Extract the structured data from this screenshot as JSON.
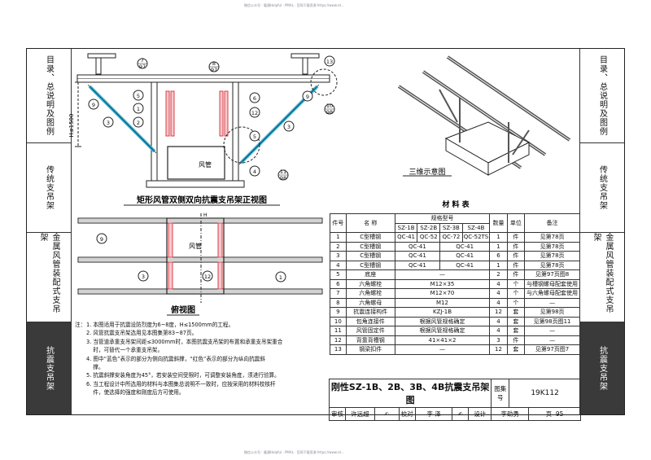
{
  "header_note": "微信公众号：暖通Helpful · PMAL · 官网下载资源 https://www.nt...",
  "footer_note": "微信公众号：暖通Helpful · PMAL · 官网下载资源 https://www.nt...",
  "left_nav": [
    {
      "label": "目录、总说明及图例"
    },
    {
      "label": "传统支吊架"
    },
    {
      "label": "金属风管装配式支吊架"
    },
    {
      "label": "抗震支吊架"
    }
  ],
  "right_nav": [
    {
      "label": "目录、总说明及图例"
    },
    {
      "label": "传统支吊架"
    },
    {
      "label": "金属风管装配式支吊架"
    },
    {
      "label": "抗震支吊架"
    }
  ],
  "diagram": {
    "front_view_title": "矩形风管双侧双向抗震支吊架正视图",
    "top_view_title": "俯视图",
    "iso_title": "三维示意图",
    "duct_label": "风管",
    "height_label": "H≤1500",
    "h_label": "H",
    "callouts_front": [
      "7",
      "97",
      "8",
      "97",
      "13",
      "9",
      "10",
      "98",
      "3",
      "5",
      "1",
      "2",
      "6",
      "12",
      "4",
      "11",
      "98",
      "3",
      "5",
      "9"
    ],
    "callouts_top": [
      "9",
      "12",
      "3",
      "1"
    ]
  },
  "material_table": {
    "title": "材 料 表",
    "headers": {
      "item": "件号",
      "name": "名  称",
      "spec": "规格型号",
      "qty": "数量",
      "unit": "单位",
      "remark": "备注"
    },
    "spec_cols": [
      "SZ-1B",
      "SZ-2B",
      "SZ-3B",
      "SZ-4B"
    ],
    "rows": [
      {
        "no": "1",
        "name": "C型槽钢",
        "s1": "QC-41",
        "s2": "QC-52",
        "s3": "QC-72",
        "s4": "QC-52TS",
        "qty": "1",
        "unit": "件",
        "remark": "见第78页"
      },
      {
        "no": "2",
        "name": "C型槽钢",
        "s12": "QC-41",
        "s34": "QC-41",
        "qty": "1",
        "unit": "件",
        "remark": "见第78页"
      },
      {
        "no": "3",
        "name": "C型槽钢",
        "s12": "QC-41",
        "s34": "QC-41",
        "qty": "6",
        "unit": "件",
        "remark": "见第78页"
      },
      {
        "no": "4",
        "name": "C型槽钢",
        "s12": "QC-41",
        "s34": "QC-41",
        "qty": "1",
        "unit": "件",
        "remark": "见第78页"
      },
      {
        "no": "5",
        "name": "底座",
        "sall": "—",
        "qty": "2",
        "unit": "件",
        "remark": "见第97页图8"
      },
      {
        "no": "6",
        "name": "六角螺栓",
        "sall": "M12×35",
        "qty": "4",
        "unit": "个",
        "remark": "与槽钢螺母配套使用"
      },
      {
        "no": "7",
        "name": "六角螺栓",
        "sall": "M12×70",
        "qty": "4",
        "unit": "个",
        "remark": "与六角螺母配套使用"
      },
      {
        "no": "8",
        "name": "六角螺母",
        "sall": "M12",
        "qty": "4",
        "unit": "个",
        "remark": "—"
      },
      {
        "no": "9",
        "name": "抗震连接构件",
        "sall": "KZJ-1B",
        "qty": "12",
        "unit": "套",
        "remark": "见第98页"
      },
      {
        "no": "10",
        "name": "包角连接件",
        "sall": "根据风管规格确定",
        "qty": "4",
        "unit": "套",
        "remark": "见第98页图11"
      },
      {
        "no": "11",
        "name": "风管固定件",
        "sall": "根据风管规格确定",
        "qty": "4",
        "unit": "套",
        "remark": "—"
      },
      {
        "no": "12",
        "name": "背靠背槽钢",
        "sall": "41×41×2",
        "qty": "3",
        "unit": "件",
        "remark": "—"
      },
      {
        "no": "13",
        "name": "钢梁扣件",
        "sall": "—",
        "qty": "12",
        "unit": "套",
        "remark": "见第97页图7"
      }
    ]
  },
  "notes": {
    "label": "注：",
    "items": [
      "1. 本图适用于抗震设防烈度为6~8度，H≤1500mm的工程。",
      "2. 风管抗震支吊架选用见本图集第83~87页。",
      "3. 当管道承重支吊架间距≤3000mm时，本图抗震支吊架的布置和承重支吊架重合",
      "    时，可替代一个承重支吊架。",
      "4. 图中“蓝色”表示的部分为侧向抗震斜撑，“红色”表示的部分为纵向抗震斜",
      "    撑。",
      "5. 抗震斜撑安装角度为45°，若安装空间受限时，可调整安装角度，须进行验算。",
      "6. 当工程设计中所选用的材料与本图集总说明不一致时，应按采用的材料校核杆",
      "    件，使选择的强度和刚度后方可使用。"
    ]
  },
  "title_block": {
    "drawing_title": "刚性SZ-1B、2B、3B、4B抗震支吊架图",
    "atlas_label": "图集号",
    "atlas_no": "19K112",
    "review_label": "审核",
    "reviewer": "许远超",
    "check_label": "校对",
    "checker": "李 泽",
    "design_label": "设计",
    "designer": "李劲勇",
    "page_label": "页",
    "page_no": "95"
  },
  "colors": {
    "lateral_brace": "#39b4d9",
    "longitudinal_brace": "#d9404a",
    "frame": "#222222",
    "nav_dark": "#3a3a3a"
  }
}
